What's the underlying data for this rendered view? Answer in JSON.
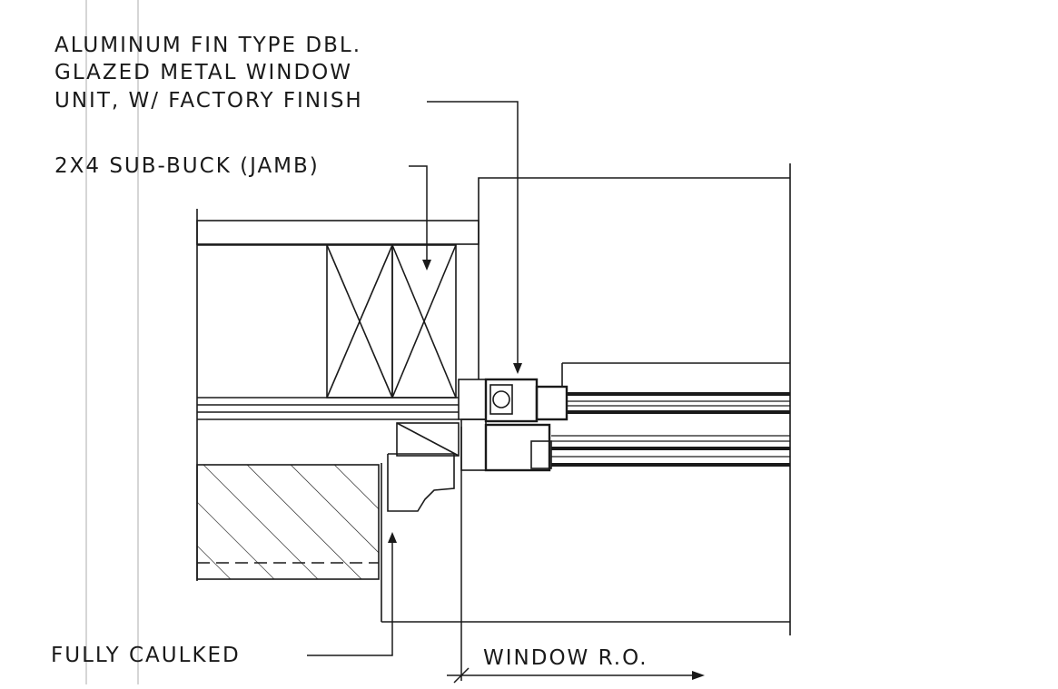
{
  "labels": {
    "window_unit": [
      "ALUMINUM FIN TYPE DBL.",
      "GLAZED METAL WINDOW",
      "UNIT, W/ FACTORY FINISH"
    ],
    "sub_buck": "2X4 SUB-BUCK (JAMB)",
    "caulked": "FULLY CAULKED",
    "window_ro": "WINDOW R.O."
  },
  "colors": {
    "line": "#1a1a1a",
    "guide": "#c8c8c8"
  }
}
